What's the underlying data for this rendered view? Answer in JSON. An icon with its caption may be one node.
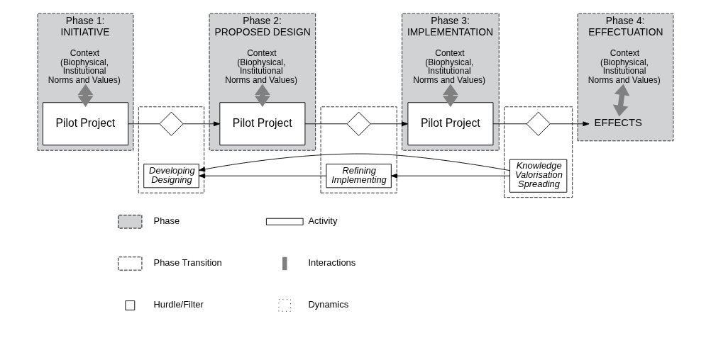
{
  "diagram": {
    "nodes": [
      {
        "text": [
          "Phase 1:",
          "INITIATIVE"
        ]
      },
      {
        "text": [
          "Context (Biophysical, Institutional Norms and Values)"
        ],
        "in": 0
      },
      {
        "text": [
          "Pilot Project"
        ],
        "in": 0
      },
      {
        "text": [],
        "shape": "box"
      },
      {
        "text": [],
        "shape": "diamond",
        "in": 3
      },
      {
        "text": [
          "Developing Designing"
        ],
        "in": 3
      },
      {
        "text": [
          "Phase 2:",
          "PROPOSED DESIGN"
        ]
      },
      {
        "text": [
          "Context (Biophysical, Institutional Norms and Values)"
        ],
        "in": 6
      },
      {
        "text": [
          "Pilot Project"
        ],
        "in": 6
      },
      {
        "text": [],
        "shape": "box"
      },
      {
        "text": [],
        "shape": "diamond",
        "in": 9
      },
      {
        "text": [
          "Refining Implementing"
        ],
        "in": 9
      },
      {
        "text": [
          "Phase 3:",
          "IMPLEMENTATION"
        ]
      },
      {
        "text": [
          "Context (Biophysical, Institutional Norms and Values)"
        ],
        "in": 12
      },
      {
        "text": [
          "Pilot Project"
        ],
        "in": 12
      },
      {
        "text": [],
        "shape": "box"
      },
      {
        "text": [],
        "shape": "diamond",
        "in": 15
      },
      {
        "text": [
          "Knowledge Valorisation Spreading"
        ],
        "in": 15
      },
      {
        "text": [
          "Phase 4:",
          "EFFECTUATION"
        ]
      },
      {
        "text": [
          "Context (Biophysical, Institutional Norms and Values)"
        ],
        "in": 18
      },
      {
        "text": [
          "EFFECTS"
        ],
        "in": 18
      }
    ],
    "edges": [
      {
        "from": 1,
        "to": 2,
        "arrow": "both",
        "style": "thick",
        "color": "#808080"
      },
      {
        "from": 2,
        "to": 4,
        "arrow": "none"
      },
      {
        "from": 4,
        "to": 8,
        "arrow": "to"
      },
      {
        "from": 7,
        "to": 8,
        "arrow": "both",
        "style": "thick",
        "color": "#808080"
      },
      {
        "from": 8,
        "to": 10,
        "arrow": "none"
      },
      {
        "from": 10,
        "to": 14,
        "arrow": "to"
      },
      {
        "from": 13,
        "to": 14,
        "arrow": "both",
        "style": "thick",
        "color": "#808080"
      },
      {
        "from": 14,
        "to": 16,
        "arrow": "none"
      },
      {
        "from": 16,
        "to": 20,
        "arrow": "to"
      },
      {
        "from": 19,
        "to": 20,
        "arrow": "both",
        "style": "thick",
        "color": "#808080"
      },
      {
        "from": 11,
        "to": 5,
        "arrow": "to"
      },
      {
        "from": 17,
        "to": 5,
        "arrow": "to"
      },
      {
        "from": 17,
        "to": 11,
        "arrow": "to"
      }
    ],
    "legend": [
      {
        "text": "Phase",
        "color": "#d1d2d4"
      },
      {
        "text": "Activity"
      },
      {
        "text": "Phase Transition"
      },
      {
        "text": "Interactions"
      },
      {
        "text": "Hurdle/Filter"
      },
      {
        "text": "Dynamics"
      }
    ]
  }
}
